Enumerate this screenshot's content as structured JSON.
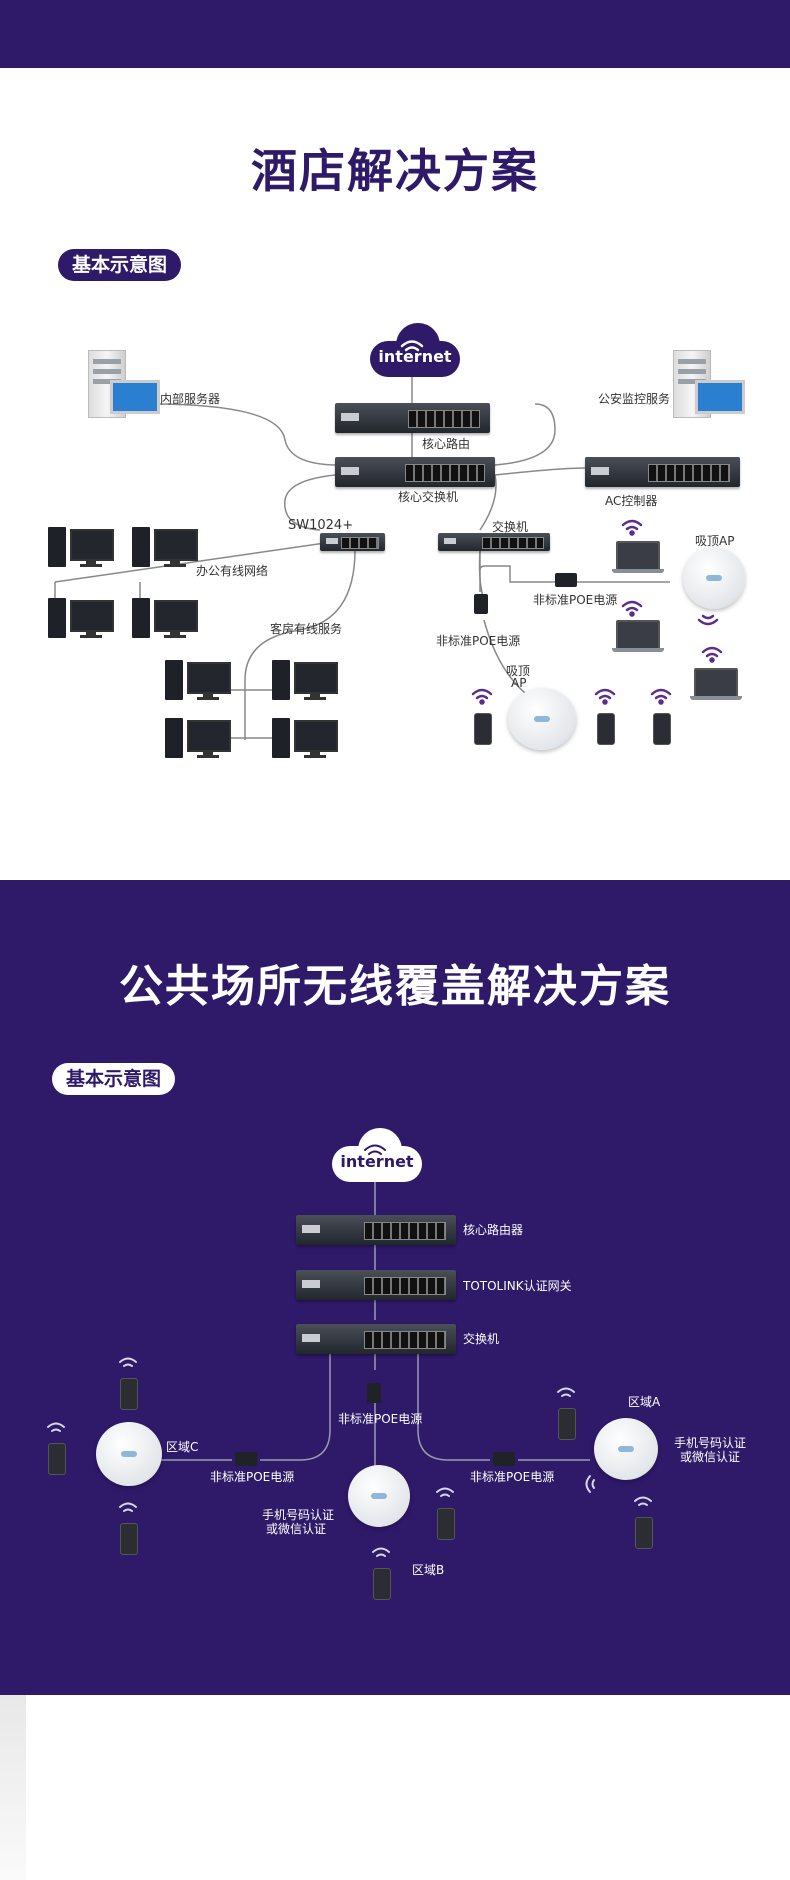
{
  "hotel": {
    "title": "酒店解决方案",
    "section_label": "基本示意图",
    "internet": "internet",
    "core_router": "核心路由",
    "core_switch": "核心交换机",
    "internal_server": "内部服务器",
    "police_monitor": "公安监控服务",
    "ac_controller": "AC控制器",
    "sw1024": "SW1024+",
    "switch": "交换机",
    "office_wired": "办公有线网络",
    "guest_wired": "客房有线服务",
    "poe_left": "非标准POE电源",
    "poe_right": "非标准POE电源",
    "ceiling_ap_right": "吸顶AP",
    "ceiling_ap_bottom_line1": "吸顶",
    "ceiling_ap_bottom_line2": "AP"
  },
  "public": {
    "title": "公共场所无线覆盖解决方案",
    "section_label": "基本示意图",
    "internet": "internet",
    "core_router": "核心路由器",
    "gateway": "TOTOLINK认证网关",
    "switch": "交换机",
    "poe_center": "非标准POE电源",
    "poe_left": "非标准POE电源",
    "poe_right": "非标准POE电源",
    "zone_a": "区域A",
    "zone_b": "区域B",
    "zone_c": "区域C",
    "auth_right_line1": "手机号码认证",
    "auth_right_line2": "或微信认证",
    "auth_center_line1": "手机号码认证",
    "auth_center_line2": "或微信认证"
  },
  "colors": {
    "brand_purple": "#2f1969",
    "line_gray": "#888888",
    "wifi_purple": "#5b2d8a"
  }
}
